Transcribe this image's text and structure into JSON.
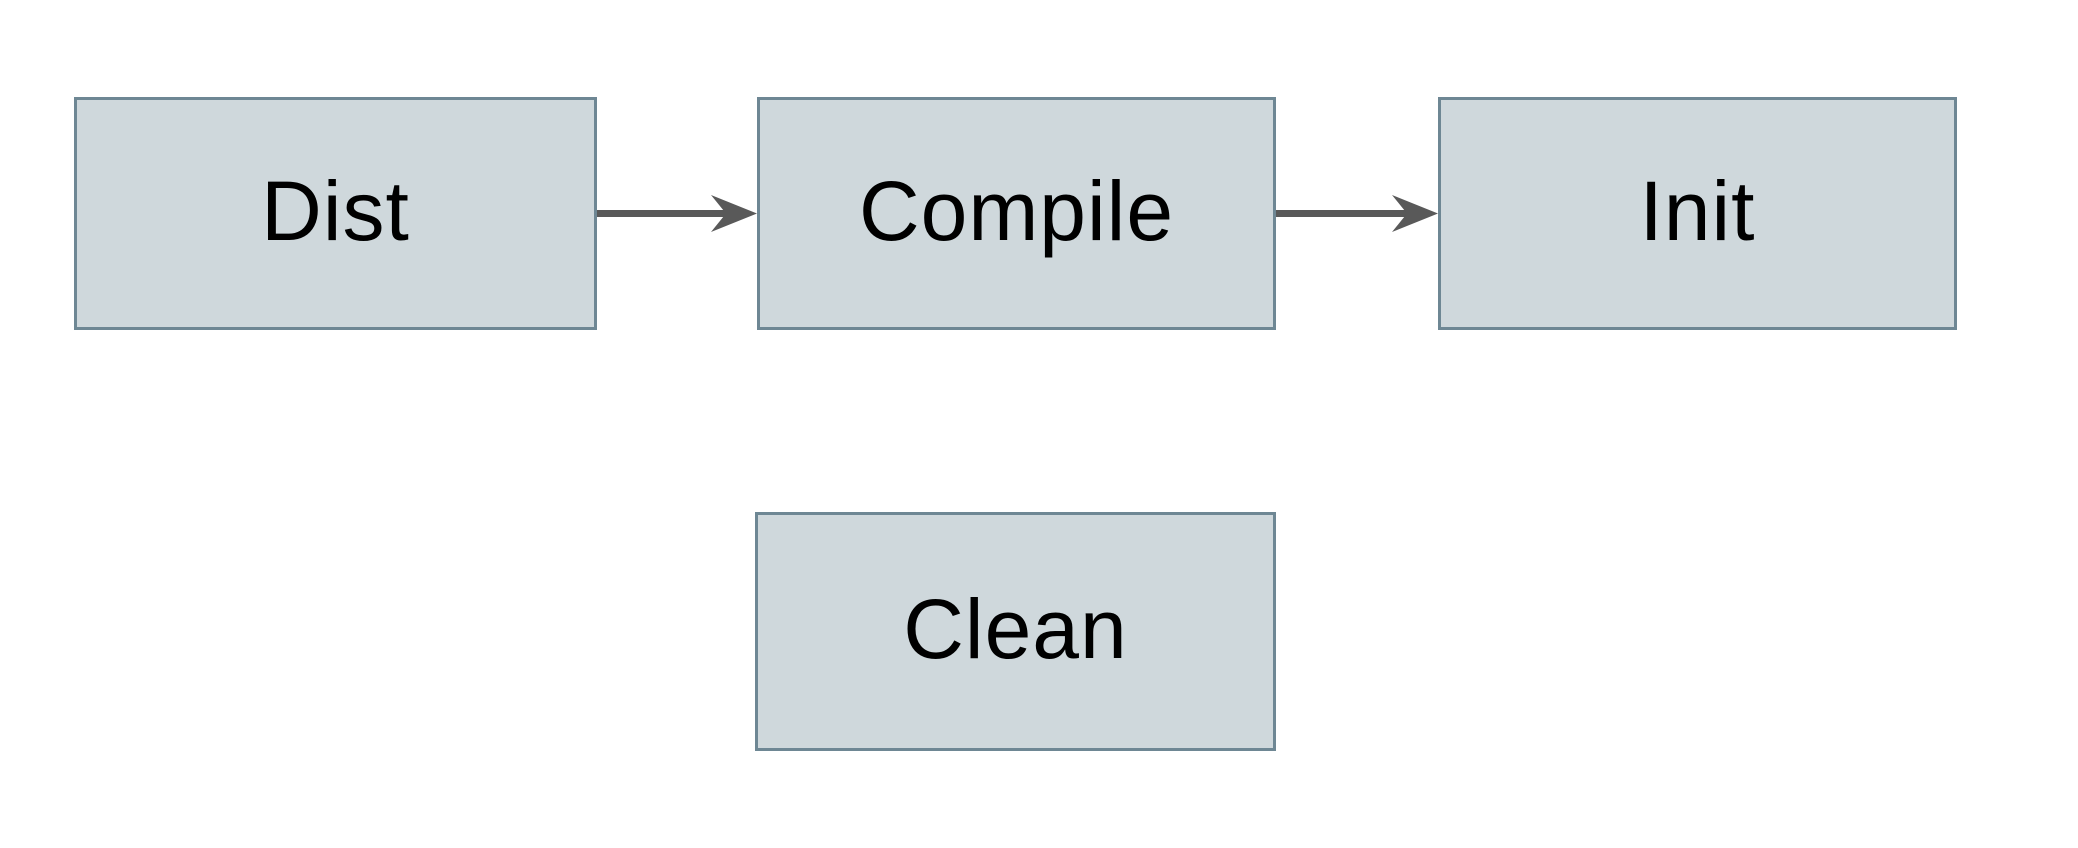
{
  "diagram": {
    "type": "flowchart",
    "nodes": [
      {
        "id": "dist",
        "label": "Dist"
      },
      {
        "id": "compile",
        "label": "Compile"
      },
      {
        "id": "init",
        "label": "Init"
      },
      {
        "id": "clean",
        "label": "Clean"
      }
    ],
    "edges": [
      {
        "from": "dist",
        "to": "compile",
        "style": "arrow-right"
      },
      {
        "from": "compile",
        "to": "init",
        "style": "arrow-right"
      }
    ],
    "colors": {
      "background": "#ffffff",
      "node_fill": "#cfd8dc",
      "node_border": "#6e8794",
      "edge": "#595959",
      "text": "#000000"
    }
  }
}
